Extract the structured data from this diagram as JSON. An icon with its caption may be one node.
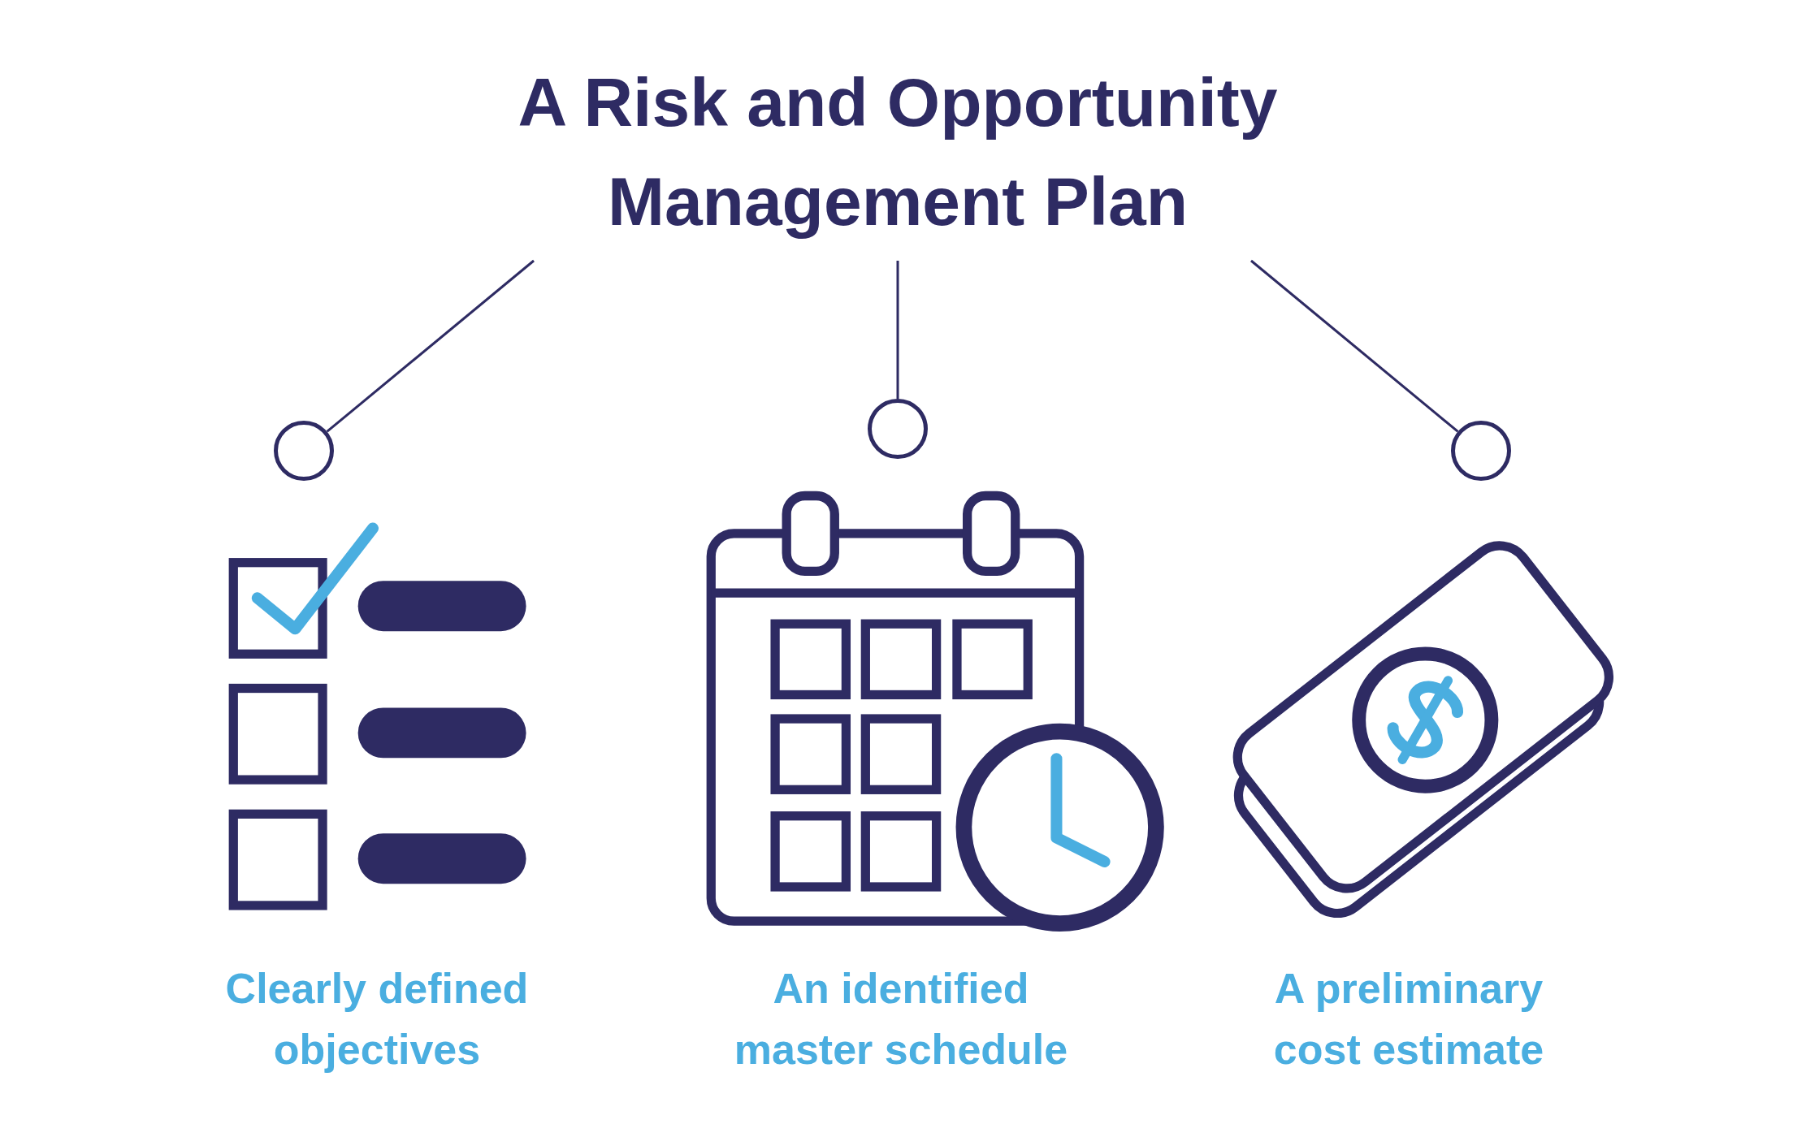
{
  "diagram": {
    "nodes": [
      {
        "text": [
          "A Risk and Opportunity Management Plan"
        ]
      },
      {
        "text": [],
        "shape": "circle"
      },
      {
        "text": [],
        "shape": "circle"
      },
      {
        "text": [],
        "shape": "circle"
      }
    ],
    "edges": [
      {
        "from": 0,
        "to": 1,
        "arrow": "none"
      },
      {
        "from": 0,
        "to": 2,
        "arrow": "none"
      },
      {
        "from": 0,
        "to": 3,
        "arrow": "none"
      }
    ],
    "labels": [
      "Clearly defined objectives",
      "An identified master schedule",
      "A preliminary cost estimate"
    ]
  }
}
